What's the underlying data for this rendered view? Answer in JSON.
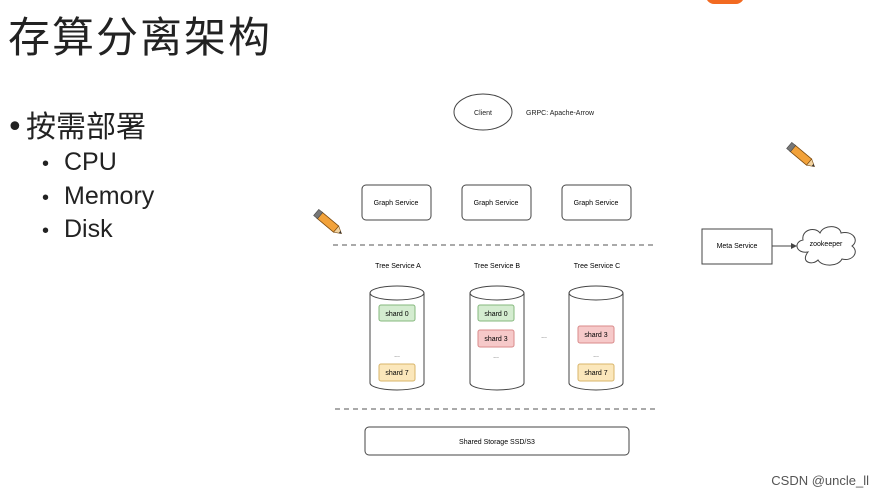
{
  "slide": {
    "title": "存算分离架构",
    "bullet": "按需部署",
    "sub_bullets": [
      "CPU",
      "Memory",
      "Disk"
    ],
    "watermark": "CSDN @uncle_ll"
  },
  "diagram": {
    "client": "Client",
    "protocol": "GRPC: Apache-Arrow",
    "graph_services": [
      "Graph Service",
      "Graph Service",
      "Graph Service"
    ],
    "meta_service": "Meta Service",
    "zookeeper": "zookeeper",
    "tree_services": [
      {
        "label": "Tree Service A",
        "top_shard": "shard 0",
        "mid_shard": "",
        "bottom_shard": "shard 7"
      },
      {
        "label": "Tree Service B",
        "top_shard": "shard 0",
        "mid_shard": "shard 3",
        "bottom_shard": ""
      },
      {
        "label": "Tree Service C",
        "top_shard": "",
        "mid_shard": "shard 3",
        "bottom_shard": "shard 7"
      }
    ],
    "ellipsis": "...",
    "storage": "Shared Storage SSD/S3"
  },
  "colors": {
    "shard_green_fill": "#d4ecd0",
    "shard_green_stroke": "#86b97e",
    "shard_red_fill": "#f6c9c9",
    "shard_red_stroke": "#d98a8a",
    "shard_yellow_fill": "#fbe7bb",
    "shard_yellow_stroke": "#d8b46a",
    "logo": "#f26a21"
  }
}
